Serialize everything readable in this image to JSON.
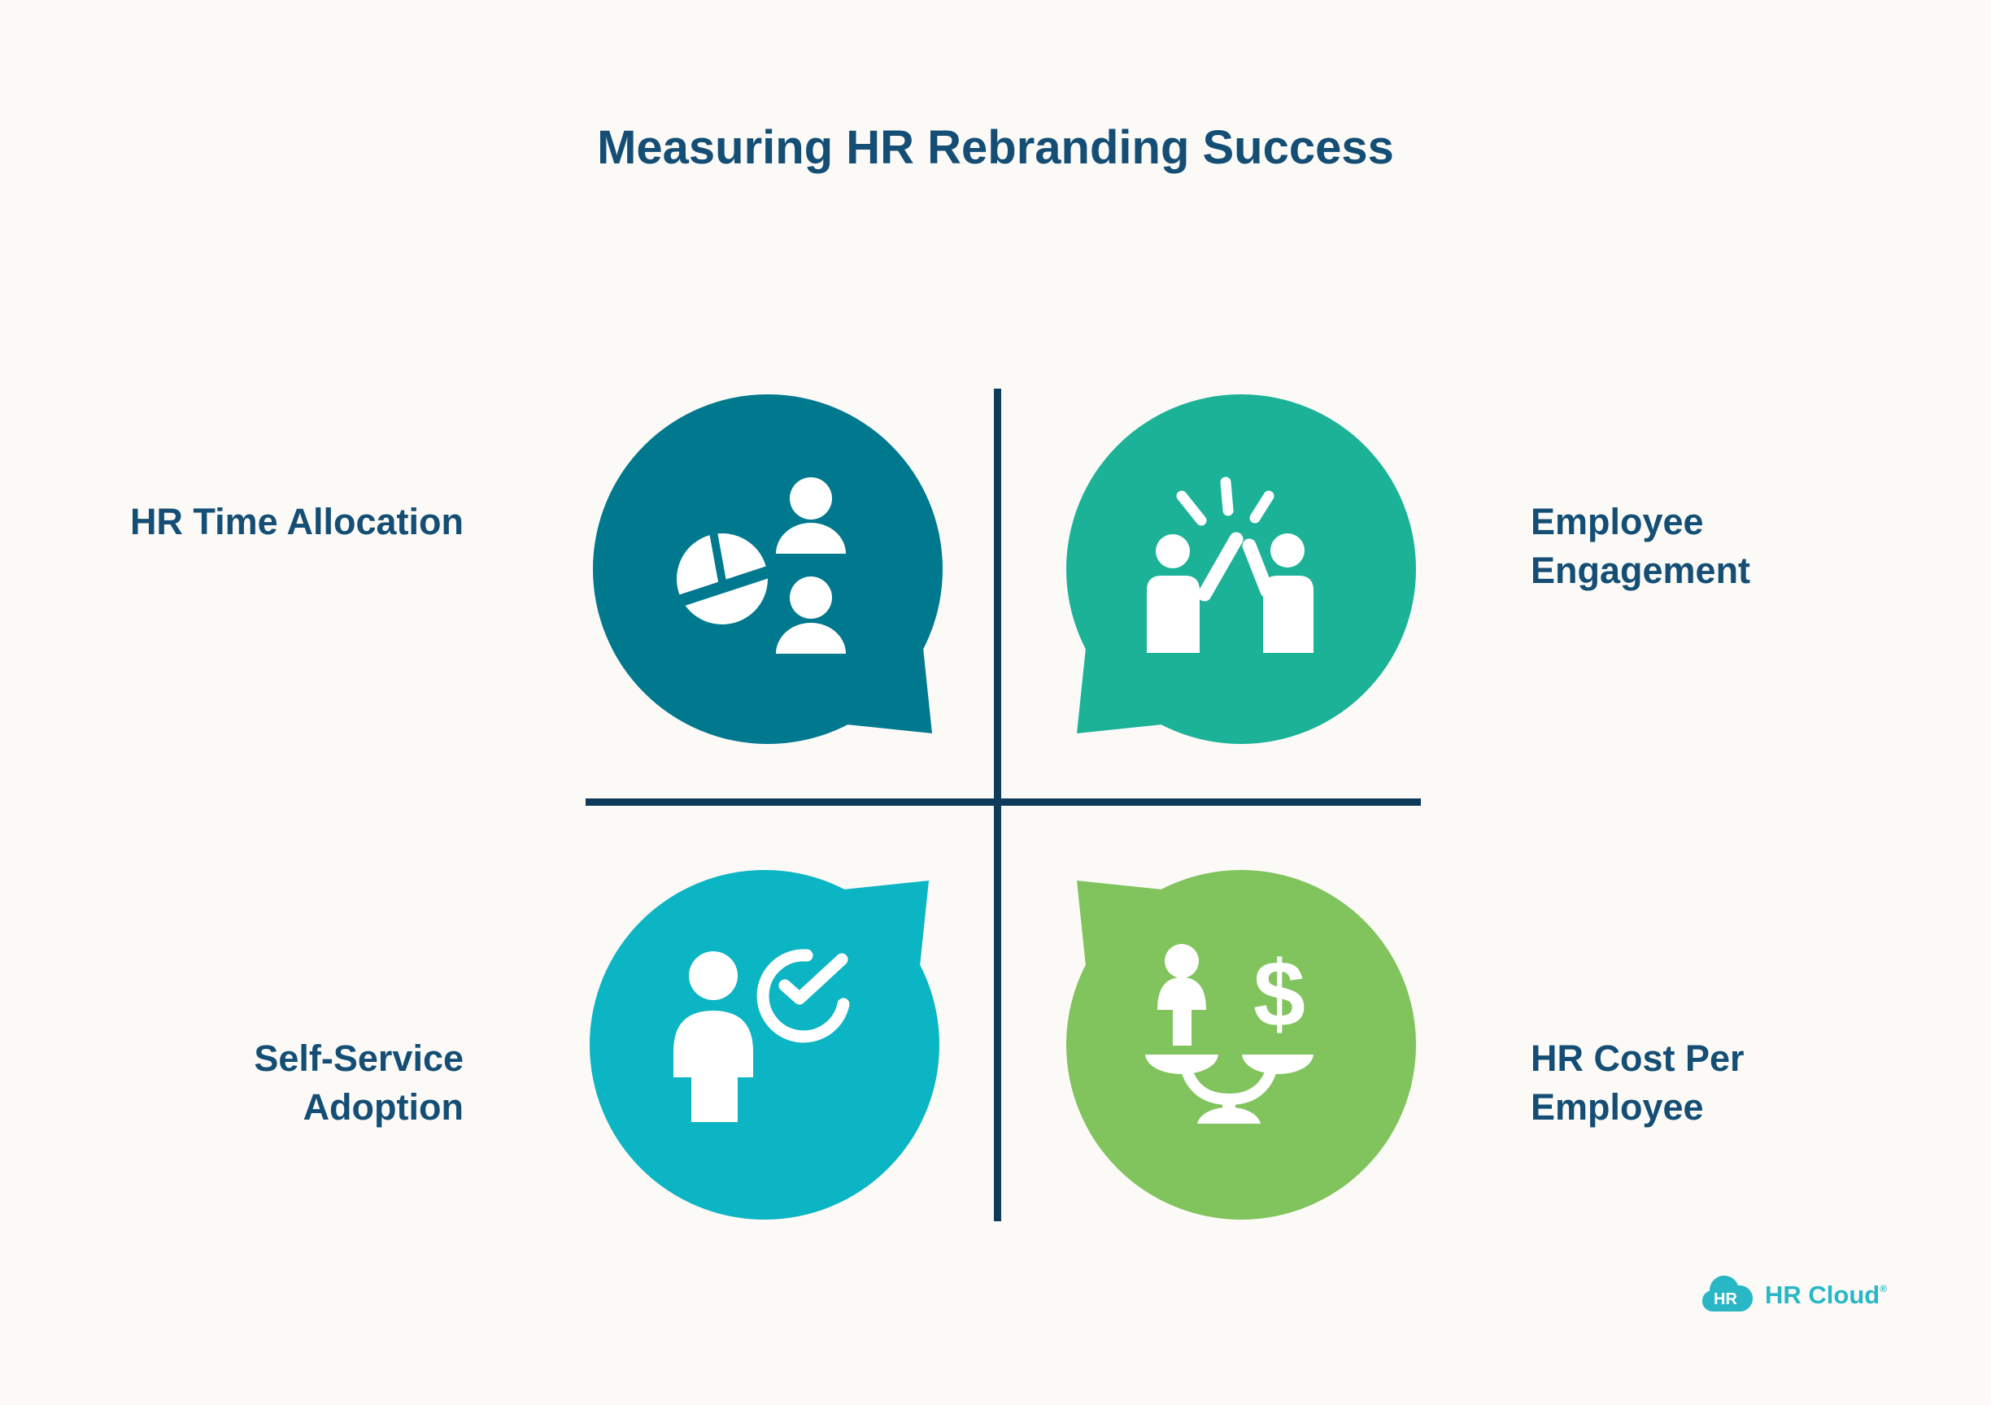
{
  "title": "Measuring HR Rebranding Success",
  "quadrants": [
    {
      "id": "hr-time-allocation",
      "label_lines": [
        "HR Time Allocation"
      ],
      "icon": "pie-chart-people-icon",
      "bubble_color": "#00798f",
      "tail_direction": "bottom-right",
      "position": "top-left"
    },
    {
      "id": "employee-engagement",
      "label_lines": [
        "Employee",
        "Engagement"
      ],
      "icon": "high-five-icon",
      "bubble_color": "#1cb298",
      "tail_direction": "bottom-left",
      "position": "top-right"
    },
    {
      "id": "self-service-adoption",
      "label_lines": [
        "Self-Service",
        "Adoption"
      ],
      "icon": "person-check-icon",
      "bubble_color": "#0cb5c3",
      "tail_direction": "top-right",
      "position": "bottom-left"
    },
    {
      "id": "hr-cost-per-employee",
      "label_lines": [
        "HR Cost Per",
        "Employee"
      ],
      "icon": "balance-scale-dollar-icon",
      "bubble_color": "#81c35d",
      "tail_direction": "top-left",
      "position": "bottom-right"
    }
  ],
  "divider_color": "#0e3a5c",
  "text_color": "#154e74",
  "background_color": "#fbfaf7",
  "logo": {
    "badge_text": "HR",
    "brand_text": "HR Cloud",
    "registered_mark": "®",
    "color": "#29b7c6"
  }
}
